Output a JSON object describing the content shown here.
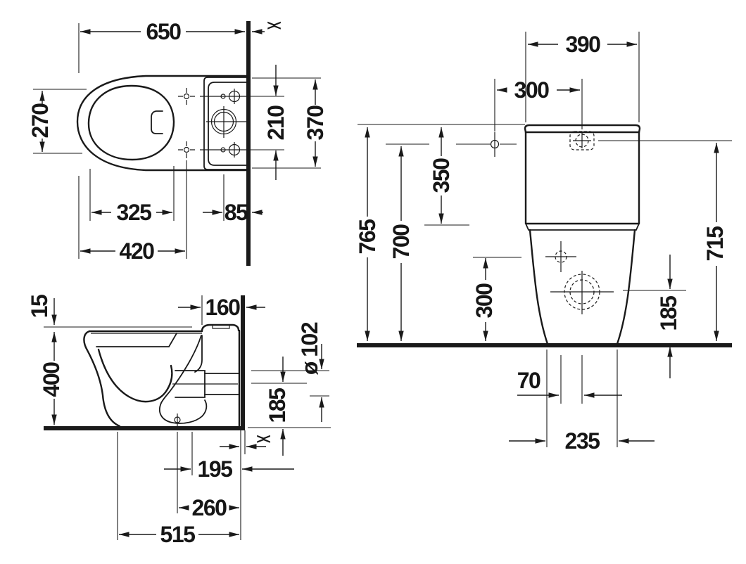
{
  "colors": {
    "ink": "#1a1a1a",
    "background": "#ffffff"
  },
  "symbols": {
    "wall_break": "><"
  },
  "views": {
    "plan": {
      "dims": [
        {
          "name": "overall-depth",
          "value": "650"
        },
        {
          "name": "seat-inner-width",
          "value": "270"
        },
        {
          "name": "fixing-hole-spacing",
          "value": "210"
        },
        {
          "name": "cistern-width",
          "value": "370"
        },
        {
          "name": "seat-inner-length",
          "value": "325"
        },
        {
          "name": "spud-to-wall",
          "value": "85"
        },
        {
          "name": "front-to-fixing",
          "value": "420"
        }
      ]
    },
    "section": {
      "dims": [
        {
          "name": "seat-step",
          "value": "15"
        },
        {
          "name": "top-depth-to-wall",
          "value": "160"
        },
        {
          "name": "bowl-height",
          "value": "400"
        },
        {
          "name": "outlet-diameter",
          "value": "ø 102"
        },
        {
          "name": "outlet-centre-height",
          "value": "185"
        },
        {
          "name": "outlet-to-wall",
          "value": "195"
        },
        {
          "name": "fixing-to-wall",
          "value": "260"
        },
        {
          "name": "base-depth",
          "value": "515"
        }
      ]
    },
    "front": {
      "dims": [
        {
          "name": "cistern-width",
          "value": "390"
        },
        {
          "name": "supply-to-centre",
          "value": "300"
        },
        {
          "name": "cistern-height",
          "value": "350"
        },
        {
          "name": "overall-height",
          "value": "765"
        },
        {
          "name": "supply-height",
          "value": "700"
        },
        {
          "name": "cistern-top-height",
          "value": "715"
        },
        {
          "name": "side-fixing-height",
          "value": "300"
        },
        {
          "name": "side-outlet-height",
          "value": "185"
        },
        {
          "name": "fixing-offset",
          "value": "70"
        },
        {
          "name": "base-width",
          "value": "235"
        }
      ]
    }
  }
}
